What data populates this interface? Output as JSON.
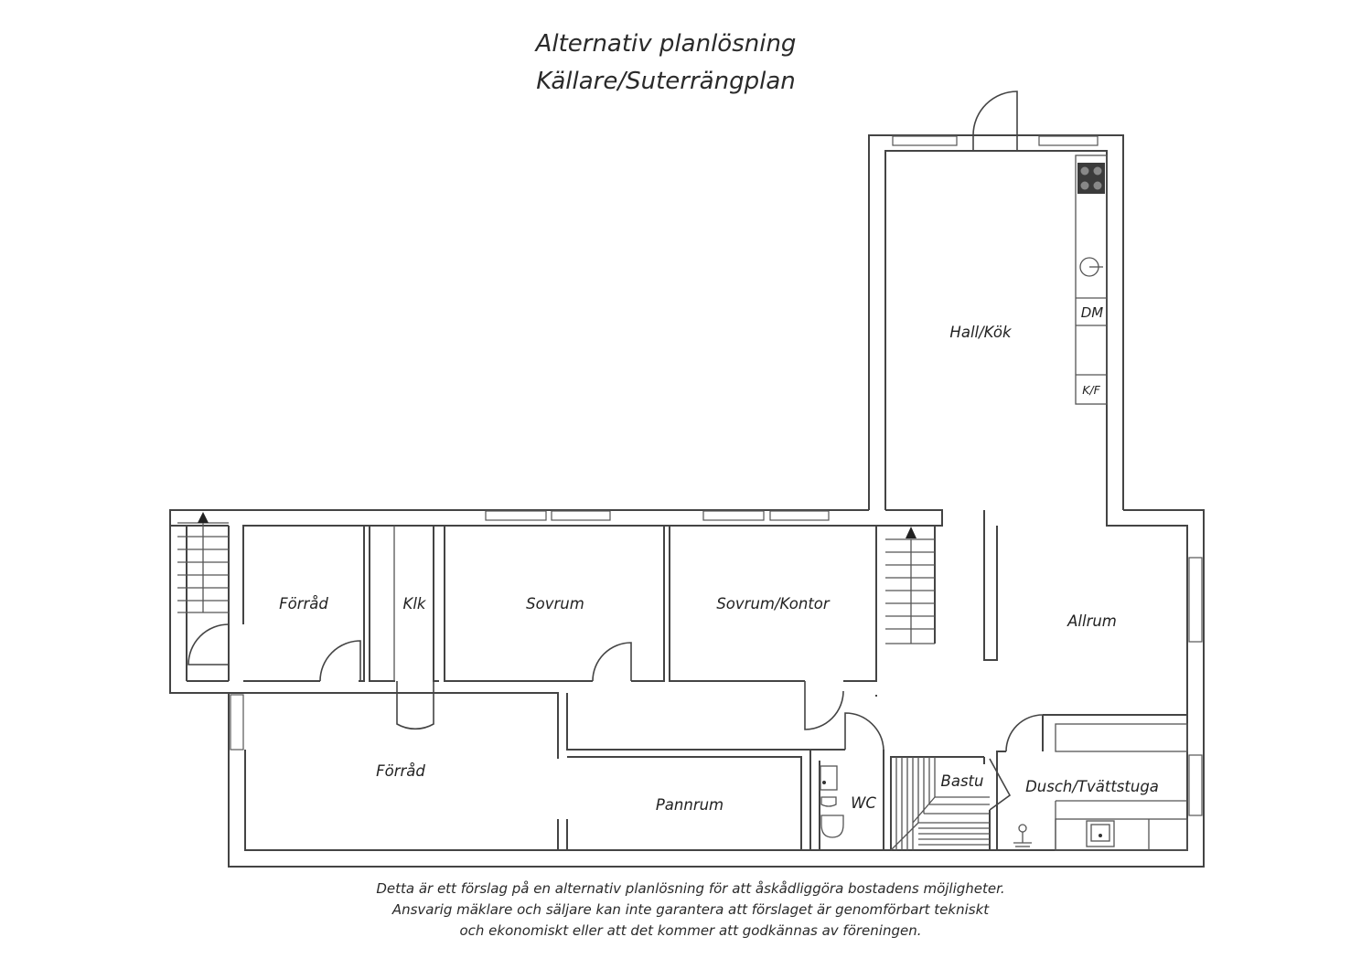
{
  "title": {
    "line1": "Alternativ planlösning",
    "line2": "Källare/Suterrängplan"
  },
  "rooms": {
    "hall_kok": "Hall/Kök",
    "forrad_1": "Förråd",
    "klk": "Klk",
    "sovrum": "Sovrum",
    "sovrum_kontor": "Sovrum/Kontor",
    "allrum": "Allrum",
    "forrad_2": "Förråd",
    "pannrum": "Pannrum",
    "wc": "WC",
    "bastu": "Bastu",
    "dusch_tvattstuga": "Dusch/Tvättstuga"
  },
  "appliances": {
    "dishwasher": "DM",
    "fridge_freezer": "K/F"
  },
  "disclaimer": {
    "line1": "Detta är ett förslag på en alternativ planlösning för att åskådliggöra bostadens möjligheter.",
    "line2": "Ansvarig mäklare och säljare kan inte garantera att förslaget är genomförbart tekniskt",
    "line3": "och ekonomiskt eller att det kommer att godkännas av föreningen."
  }
}
